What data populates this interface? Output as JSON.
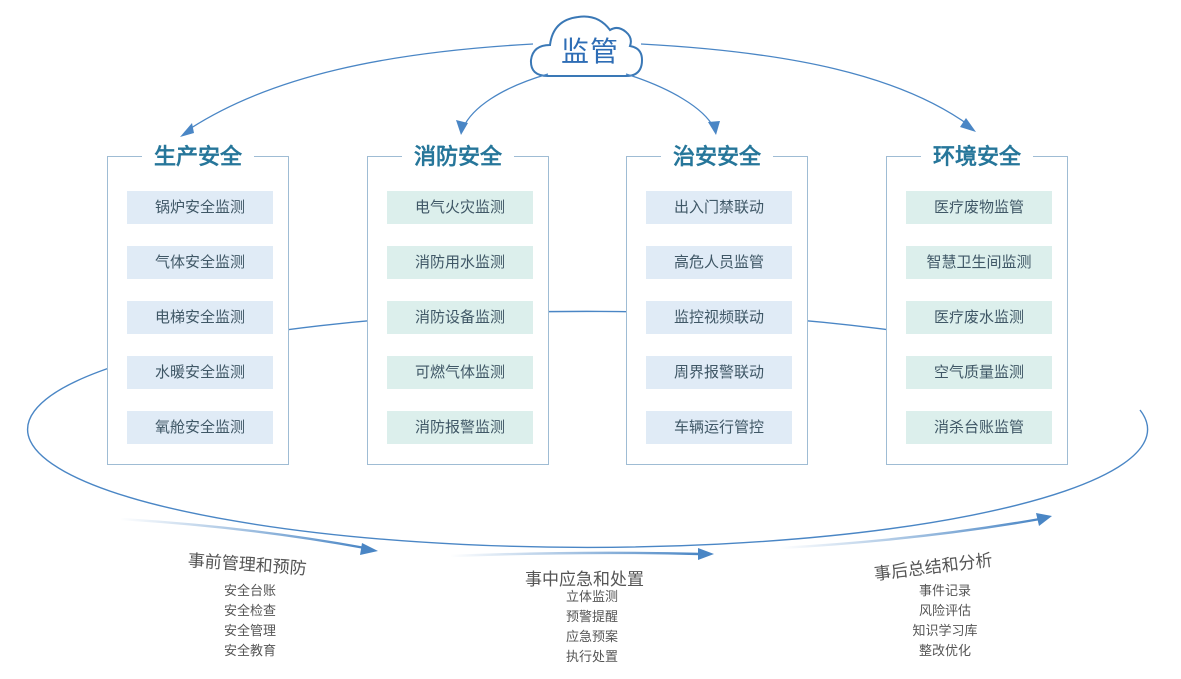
{
  "center": {
    "label": "监管"
  },
  "categories": [
    {
      "title": "生产安全",
      "items": [
        "锅炉安全监测",
        "气体安全监测",
        "电梯安全监测",
        "水暖安全监测",
        "氧舱安全监测"
      ]
    },
    {
      "title": "消防安全",
      "items": [
        "电气火灾监测",
        "消防用水监测",
        "消防设备监测",
        "可燃气体监测",
        "消防报警监测"
      ]
    },
    {
      "title": "治安安全",
      "items": [
        "出入门禁联动",
        "高危人员监管",
        "监控视频联动",
        "周界报警联动",
        "车辆运行管控"
      ]
    },
    {
      "title": "环境安全",
      "items": [
        "医疗废物监管",
        "智慧卫生间监测",
        "医疗废水监测",
        "空气质量监测",
        "消杀台账监管"
      ]
    }
  ],
  "stages": [
    {
      "title": "事前管理和预防",
      "items": [
        "安全台账",
        "安全检查",
        "安全管理",
        "安全教育"
      ]
    },
    {
      "title": "事中应急和处置",
      "items": [
        "立体监测",
        "预警提醒",
        "应急预案",
        "执行处置"
      ]
    },
    {
      "title": "事后总结和分析",
      "items": [
        "事件记录",
        "风险评估",
        "知识学习库",
        "整改优化"
      ]
    }
  ],
  "colors": {
    "arrow": "#4a86c5",
    "title": "#26769a",
    "item_blue": "#e0ebf6",
    "item_green": "#dcefec",
    "item_text": "#3f5766"
  }
}
